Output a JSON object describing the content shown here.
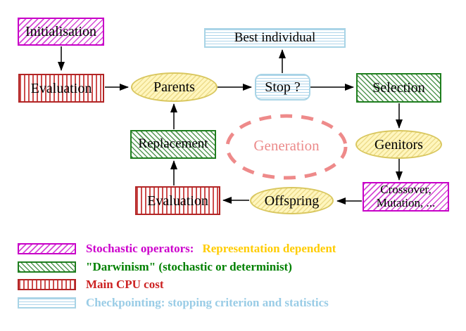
{
  "diagram": {
    "nodes": {
      "initialisation": {
        "label": "Initialisation",
        "pattern": "magenta-diagonal-hatch"
      },
      "evaluation_top": {
        "label": "Evaluation",
        "pattern": "red-vertical-lines"
      },
      "parents": {
        "label": "Parents",
        "pattern": "yellow-diagonal-hatch"
      },
      "best_individual": {
        "label": "Best individual",
        "pattern": "cyan-horizontal-lines"
      },
      "stop": {
        "label": "Stop ?",
        "pattern": "cyan-horizontal-lines"
      },
      "selection": {
        "label": "Selection",
        "pattern": "green-diagonal-hatch"
      },
      "genitors": {
        "label": "Genitors",
        "pattern": "yellow-diagonal-hatch"
      },
      "crossover_mutation": {
        "label_line1": "Crossover,",
        "label_line2": "Mutation, ...",
        "pattern": "magenta-diagonal-hatch"
      },
      "offspring": {
        "label": "Offspring",
        "pattern": "yellow-diagonal-hatch"
      },
      "evaluation_bottom": {
        "label": "Evaluation",
        "pattern": "red-vertical-lines"
      },
      "replacement": {
        "label": "Replacement",
        "pattern": "green-diagonal-hatch"
      },
      "generation": {
        "label": "Generation",
        "style": "salmon-dashed-ellipse"
      }
    },
    "edges": [
      {
        "from": "initialisation",
        "to": "evaluation_top"
      },
      {
        "from": "evaluation_top",
        "to": "parents"
      },
      {
        "from": "parents",
        "to": "stop"
      },
      {
        "from": "stop",
        "to": "best_individual"
      },
      {
        "from": "stop",
        "to": "selection"
      },
      {
        "from": "selection",
        "to": "genitors"
      },
      {
        "from": "genitors",
        "to": "crossover_mutation"
      },
      {
        "from": "crossover_mutation",
        "to": "offspring"
      },
      {
        "from": "offspring",
        "to": "evaluation_bottom"
      },
      {
        "from": "evaluation_bottom",
        "to": "replacement"
      },
      {
        "from": "replacement",
        "to": "parents"
      }
    ],
    "colors": {
      "magenta": "#CC00CC",
      "green": "#1E7E1E",
      "red": "#B22525",
      "cyan_border": "#A8D4E6",
      "yellow_border": "#D9C75F",
      "yellow_fill": "#FFF6BE",
      "salmon": "#EE8A8A",
      "arrow": "#000000"
    }
  },
  "legend": {
    "rows": [
      {
        "swatch": "magenta-diagonal-hatch",
        "segments": [
          {
            "text": "Stochastic operators:",
            "color": "#CC00CC"
          },
          {
            "text": "Representation dependent",
            "color": "#FFCC00"
          }
        ]
      },
      {
        "swatch": "green-diagonal-hatch",
        "segments": [
          {
            "text": "\"Darwinism\" (stochastic or determinist)",
            "color": "#008000"
          }
        ]
      },
      {
        "swatch": "red-vertical-lines",
        "segments": [
          {
            "text": "Main CPU cost",
            "color": "#CC2222"
          }
        ]
      },
      {
        "swatch": "cyan-horizontal-lines",
        "segments": [
          {
            "text": "Checkpointing: stopping criterion and statistics",
            "color": "#99CCE6"
          }
        ]
      }
    ]
  }
}
